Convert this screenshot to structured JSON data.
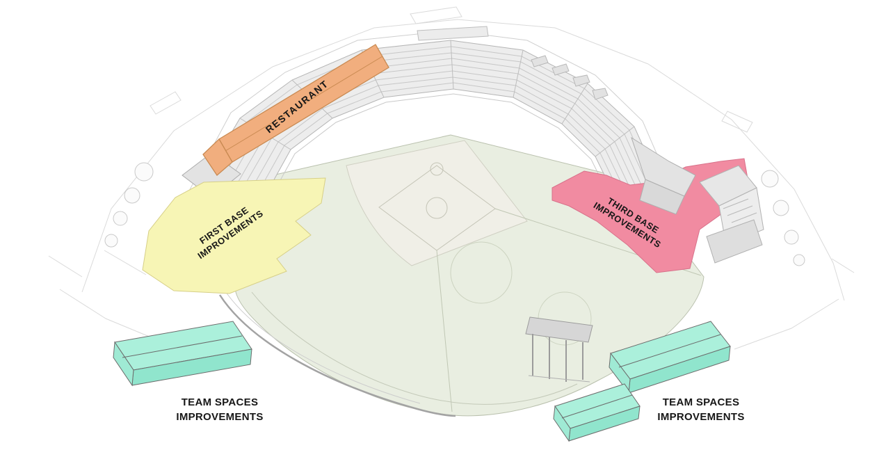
{
  "labels": {
    "restaurant": "RESTAURANT",
    "first_base": {
      "line1": "FIRST BASE",
      "line2": "IMPROVEMENTS"
    },
    "third_base": {
      "line1": "THIRD BASE",
      "line2": "IMPROVEMENTS"
    },
    "team_spaces_left": {
      "line1": "TEAM SPACES",
      "line2": "IMPROVEMENTS"
    },
    "team_spaces_right": {
      "line1": "TEAM SPACES",
      "line2": "IMPROVEMENTS"
    }
  },
  "colors": {
    "restaurant_roof": "#f1ae7e",
    "restaurant_edge": "#c98a52",
    "first_base_zone": "#f7f5b5",
    "third_base_zone": "#f18ba1",
    "team_spaces_top": "#abf0db",
    "team_spaces_front": "#90e5cd",
    "team_spaces_end": "#9fead4",
    "field_grass": "#e9eee1",
    "infield": "#f0efe7",
    "linework": "#c2c2c2",
    "label_text": "#171717"
  }
}
